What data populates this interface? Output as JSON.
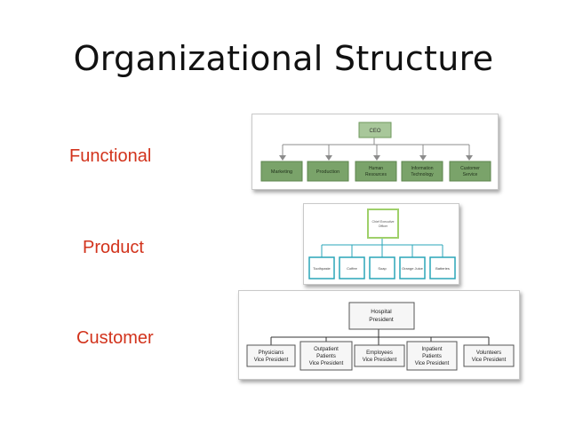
{
  "slide": {
    "title": "Organizational Structure",
    "labels": {
      "functional": "Functional",
      "product": "Product",
      "customer": "Customer"
    }
  },
  "colors": {
    "label_red": "#d2331c",
    "functional_fill": "#7aa36a",
    "functional_top": "#a8c79a",
    "product_border": "#2aa6b8",
    "product_top_border": "#9fd06a"
  },
  "functional_chart": {
    "root": "CEO",
    "children": [
      "Marketing",
      "Production",
      "Human Resources",
      "Information Technology",
      "Customer Service"
    ]
  },
  "product_chart": {
    "root": "Chief Executive Officer",
    "children": [
      "Toothpaste",
      "Coffee",
      "Soap",
      "Orange Juice",
      "Batteries"
    ]
  },
  "customer_chart": {
    "root": "Hospital President",
    "children": [
      "Physicians Vice President",
      "Outpatient Patients Vice President",
      "Employees Vice President",
      "Inpatient Patients Vice President",
      "Volunteers Vice President"
    ]
  }
}
